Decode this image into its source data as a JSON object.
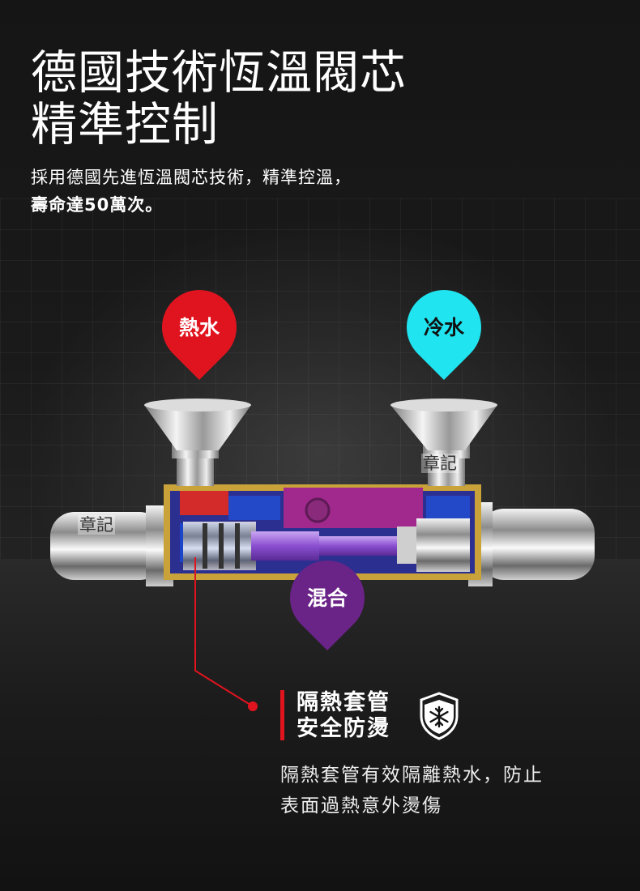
{
  "headline": {
    "line1": "德國技術恆溫閥芯",
    "line2": "精準控制"
  },
  "subheadline": {
    "line1": "採用德國先進恆溫閥芯技術，精準控溫，",
    "line2": "壽命達50萬次。"
  },
  "labels": {
    "hot": "熱水",
    "cold": "冷水",
    "mixed": "混合"
  },
  "watermarks": [
    "章記",
    "章記"
  ],
  "feature": {
    "title_line1": "隔熱套管",
    "title_line2": "安全防燙",
    "icon": "snowflake-shield-icon",
    "desc_line1": "隔熱套管有效隔離熱水，防止",
    "desc_line2": "表面過熱意外燙傷"
  },
  "colors": {
    "hot": "#e0141e",
    "cold": "#20e4ef",
    "mixed": "#6a2387",
    "accent": "#e0141e"
  }
}
